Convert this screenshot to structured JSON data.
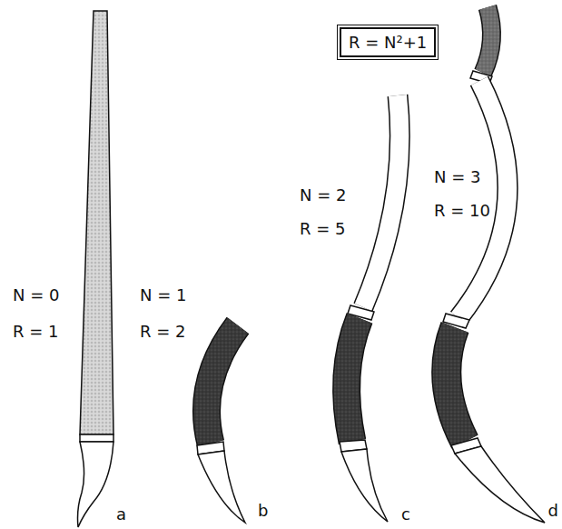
{
  "diagram": {
    "nodes": [
      {
        "text": [
          "R = N²+1"
        ]
      }
    ],
    "labels": [
      "N = 0",
      "R = 1",
      "N = 1",
      "R = 2",
      "N = 2",
      "R = 5",
      "N = 3",
      "R = 10",
      "a",
      "b",
      "c",
      "d"
    ]
  }
}
